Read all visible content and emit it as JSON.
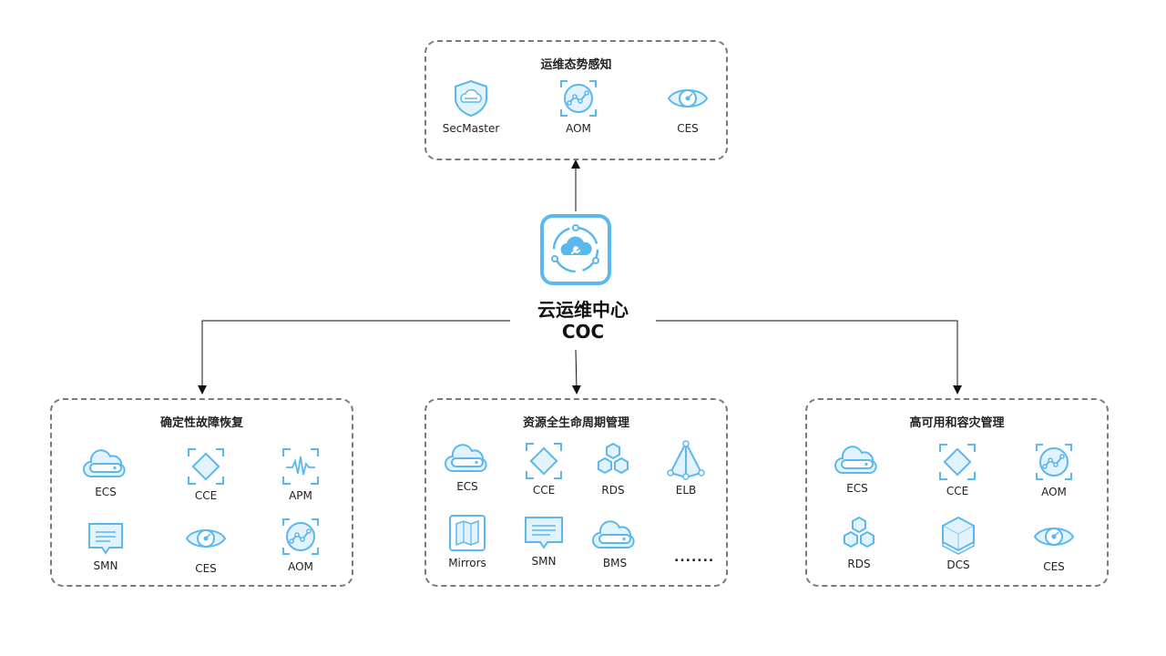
{
  "center": {
    "title": "云运维中心",
    "subtitle": "COC",
    "icon": "cloud-wrench-icon"
  },
  "top_group": {
    "title": "运维态势感知",
    "items": [
      {
        "label": "SecMaster",
        "icon": "shield-cloud-icon"
      },
      {
        "label": "AOM",
        "icon": "trend-circle-icon"
      },
      {
        "label": "CES",
        "icon": "eye-icon"
      }
    ]
  },
  "left_group": {
    "title": "确定性故障恢复",
    "items": [
      {
        "label": "ECS",
        "icon": "cloud-server-icon"
      },
      {
        "label": "CCE",
        "icon": "container-icon"
      },
      {
        "label": "APM",
        "icon": "waveform-icon"
      },
      {
        "label": "SMN",
        "icon": "message-icon"
      },
      {
        "label": "CES",
        "icon": "eye-icon"
      },
      {
        "label": "AOM",
        "icon": "trend-circle-icon"
      }
    ]
  },
  "middle_group": {
    "title": "资源全生命周期管理",
    "items": [
      {
        "label": "ECS",
        "icon": "cloud-server-icon"
      },
      {
        "label": "CCE",
        "icon": "container-icon"
      },
      {
        "label": "RDS",
        "icon": "hexagons-icon"
      },
      {
        "label": "ELB",
        "icon": "load-balancer-icon"
      },
      {
        "label": "Mirrors",
        "icon": "image-book-icon"
      },
      {
        "label": "SMN",
        "icon": "message-icon"
      },
      {
        "label": "BMS",
        "icon": "cloud-server-icon"
      }
    ],
    "more": "......."
  },
  "right_group": {
    "title": "高可用和容灾管理",
    "items": [
      {
        "label": "ECS",
        "icon": "cloud-server-icon"
      },
      {
        "label": "CCE",
        "icon": "container-icon"
      },
      {
        "label": "AOM",
        "icon": "trend-circle-icon"
      },
      {
        "label": "RDS",
        "icon": "hexagons-icon"
      },
      {
        "label": "DCS",
        "icon": "hexagon-stack-icon"
      },
      {
        "label": "CES",
        "icon": "eye-icon"
      }
    ]
  },
  "colors": {
    "icon_stroke": "#5bb8ef",
    "icon_fill": "#e3f3fd",
    "border": "#7a7a7a",
    "arrow": "#111111"
  }
}
